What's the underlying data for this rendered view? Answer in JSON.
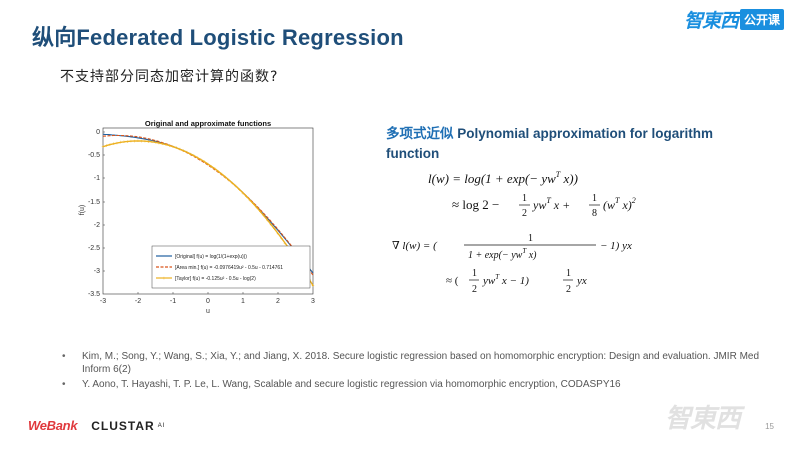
{
  "header": {
    "title": "纵向Federated Logistic Regression",
    "brand_logo": "智東西",
    "brand_badge": "公开课"
  },
  "question": "不支持部分同态加密计算的函数?",
  "chart_data": {
    "type": "line",
    "title": "Original and approximate functions",
    "xlabel": "u",
    "ylabel": "f(u)",
    "xlim": [
      -3,
      3
    ],
    "ylim": [
      -3.5,
      0.2
    ],
    "xticks": [
      "-3",
      "-2",
      "-1",
      "0",
      "1",
      "2",
      "3"
    ],
    "yticks": [
      "0",
      "-0.5",
      "-1",
      "-1.5",
      "-2",
      "-2.5",
      "-3",
      "-3.5"
    ],
    "grid": false,
    "legend_position": "lower left",
    "x": [
      -3,
      -2.5,
      -2,
      -1.5,
      -1,
      -0.5,
      0,
      0.5,
      1,
      1.5,
      2,
      2.5,
      3
    ],
    "series": [
      {
        "name": "[Original]   f(u) = log(1/(1+exp(u)))",
        "color": "#1f5f9f",
        "values": [
          -0.049,
          -0.079,
          -0.127,
          -0.201,
          -0.313,
          -0.474,
          -0.693,
          -0.974,
          -1.313,
          -1.701,
          -2.127,
          -2.579,
          -3.049
        ]
      },
      {
        "name": "[Area min.]  f(u) = -0.0976419u² - 0.5u - 0.714761",
        "color": "#d9541a",
        "values": [
          -0.164,
          -0.075,
          -0.105,
          -0.185,
          -0.312,
          -0.489,
          -0.715,
          -0.989,
          -1.312,
          -1.684,
          -2.105,
          -2.575,
          -3.094
        ]
      },
      {
        "name": "[Taylor]     f(u) = -0.125u² - 0.5u - log(2)",
        "color": "#edb120",
        "values": [
          -0.318,
          -0.224,
          -0.193,
          -0.224,
          -0.318,
          -0.474,
          -0.693,
          -0.974,
          -1.318,
          -1.724,
          -2.193,
          -2.724,
          -3.318
        ]
      }
    ]
  },
  "polynomial": {
    "heading_cn": "多项式近似",
    "heading_en": " Polynomial approximation for logarithm function"
  },
  "formulas": {
    "eq1_lhs": "l(w) = log(1 + exp(− yw",
    "eq1_sup": "T",
    "eq1_end": " x))",
    "eq2": "≈ log 2 −",
    "eq3_lhs": "∇ l(w) = (",
    "eq4": "≈ ("
  },
  "references": [
    "Kim, M.; Song, Y.; Wang, S.; Xia, Y.; and Jiang, X. 2018. Secure logistic regression based on homomorphic encryption: Design and evaluation. JMIR Med Inform 6(2)",
    "Y. Aono, T. Hayashi, T. P. Le, L. Wang, Scalable and secure logistic regression via homomorphic encryption, CODASPY16"
  ],
  "footer": {
    "webank": "WeBank",
    "clustar": "CLUSTAR",
    "clustar_sup": "AI",
    "watermark": "智東西",
    "page_number": "15"
  }
}
